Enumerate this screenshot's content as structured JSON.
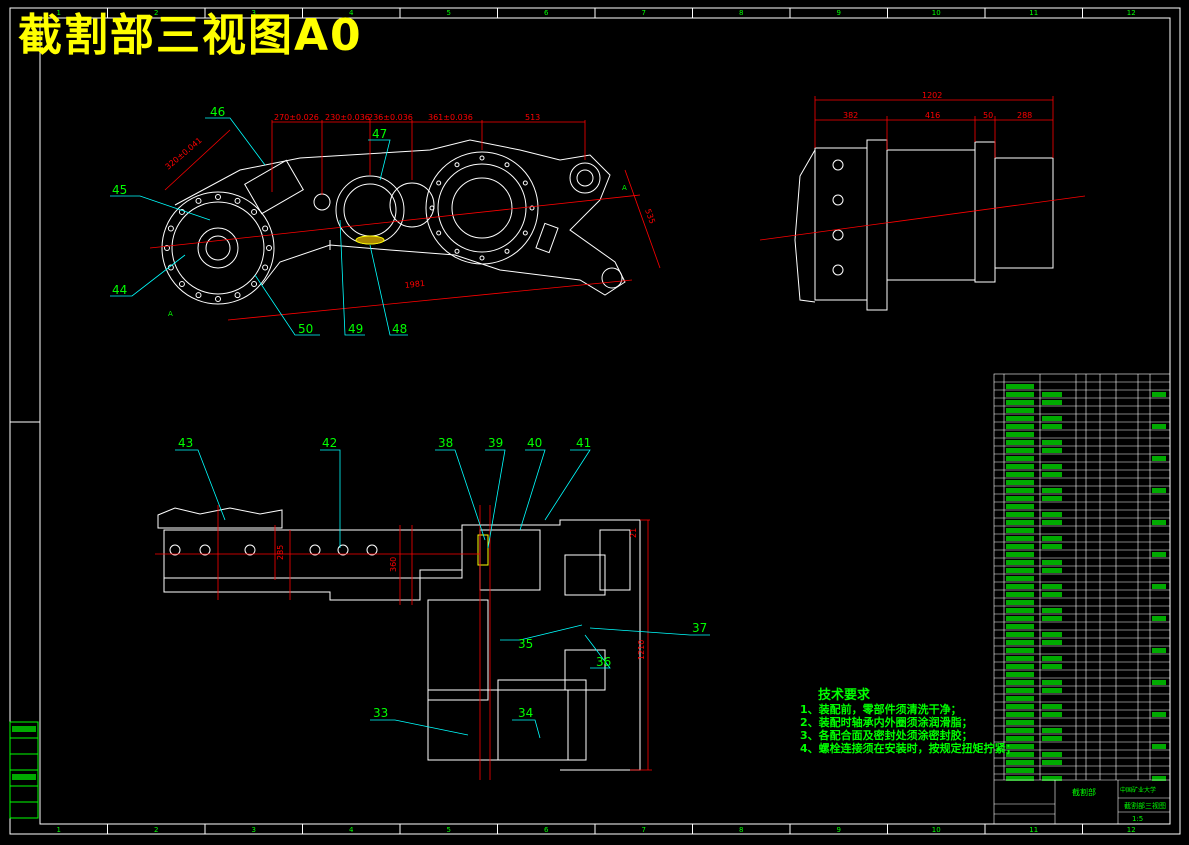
{
  "title": "截割部三视图A0",
  "border_columns": [
    "1",
    "2",
    "3",
    "4",
    "5",
    "6",
    "7",
    "8",
    "9",
    "10",
    "11",
    "12"
  ],
  "top_view_dims": {
    "d1": "270±0.026",
    "d2": "230±0.036",
    "d3": "236±0.036",
    "d4": "361±0.036",
    "d5": "513",
    "diag": "320±0.041",
    "overall": "1981",
    "right_h": "535",
    "sec_a": "A"
  },
  "side_view_dims": {
    "total": "1202",
    "a": "382",
    "b": "416",
    "c": "50",
    "d": "288"
  },
  "front_view_dims": {
    "h1": "285",
    "h2": "360",
    "h3": "1210",
    "h4": "21"
  },
  "part_labels": {
    "p33": "33",
    "p34": "34",
    "p35": "35",
    "p36": "36",
    "p37": "37",
    "p38": "38",
    "p39": "39",
    "p40": "40",
    "p41": "41",
    "p42": "42",
    "p43": "43",
    "p44": "44",
    "p45": "45",
    "p46": "46",
    "p47": "47",
    "p48": "48",
    "p49": "49",
    "p50": "50"
  },
  "tech_requirements": {
    "heading": "技术要求",
    "items": [
      "1、装配前，零部件须清洗干净；",
      "2、装配时轴承内外圈须涂润滑脂；",
      "3、各配合面及密封处须涂密封胶；",
      "4、螺栓连接须在安装时，按规定扭矩拧紧；"
    ]
  },
  "title_block": {
    "name": "截割部",
    "org": "中国矿业大学",
    "drawing": "截割部三视图",
    "scale": "1:5"
  },
  "colors": {
    "part": "#ffffff",
    "dimension": "#ff0000",
    "leader": "#00ffff",
    "text": "#00ff00",
    "title": "#ffff00"
  }
}
